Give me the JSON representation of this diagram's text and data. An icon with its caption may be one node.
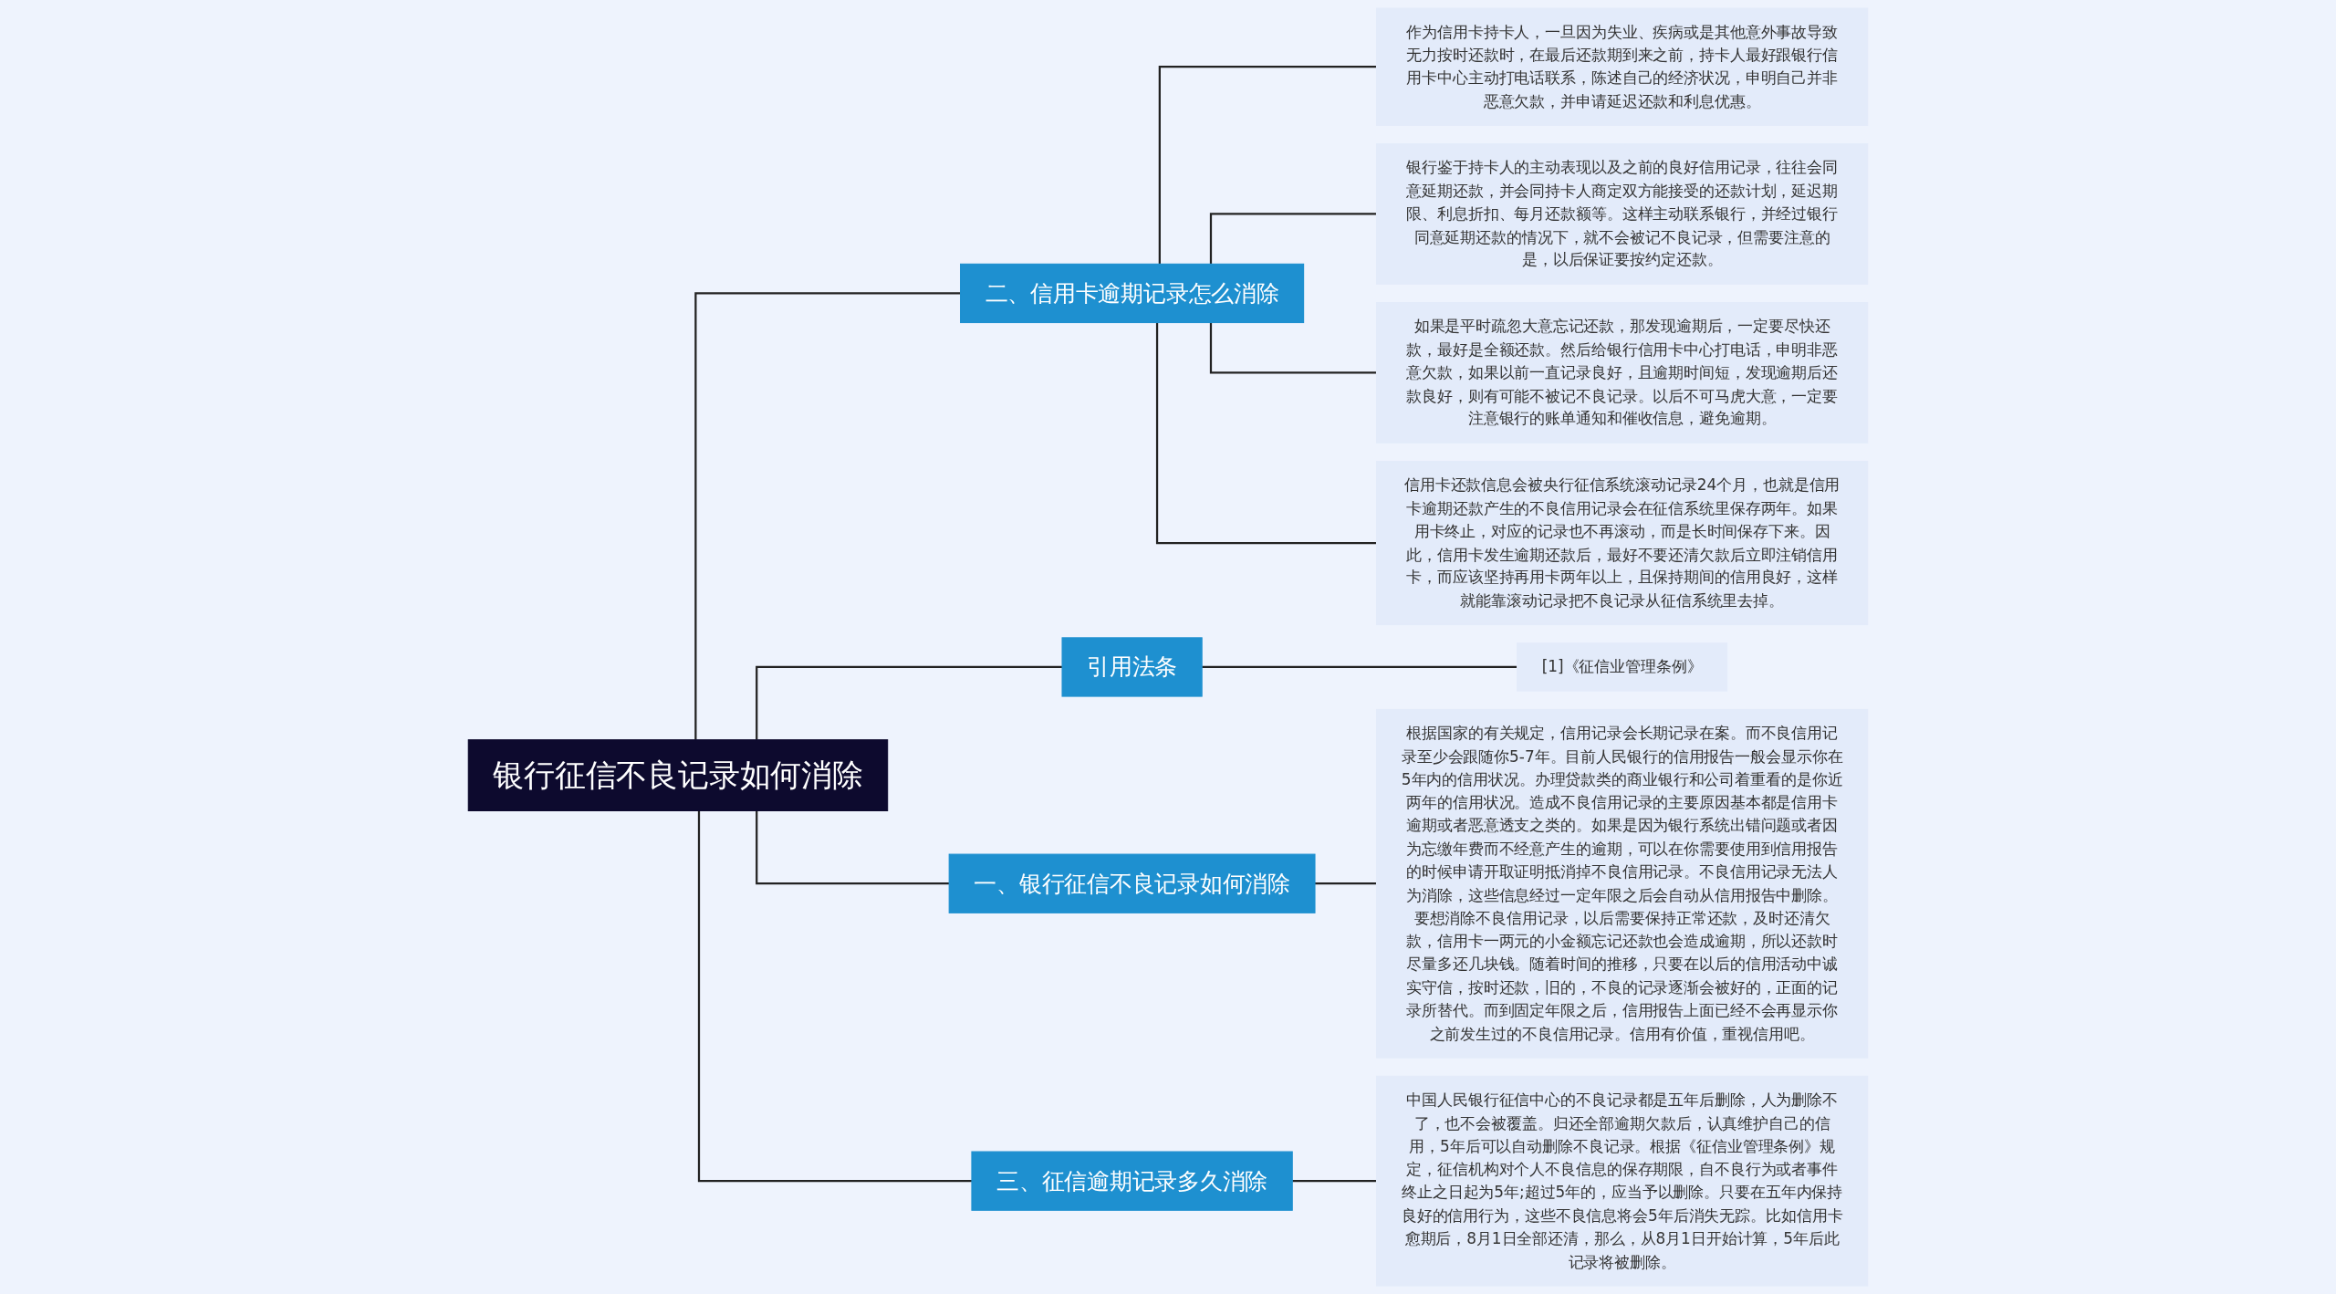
{
  "diagram": {
    "nodes": [
      {
        "text": [
          "银行征信不良记录如何消除"
        ]
      },
      {
        "text": [
          "二、信用卡逾期记录怎么消除"
        ]
      },
      {
        "text": [
          "作为信用卡持卡人，一旦因为失业、疾病或是其他意外事故导致无力按时还款时，在最后还款期到来之前，持卡人最好跟银行信用卡中心主动打电话联系，陈述自己的经济状况，申明自己并非恶意欠款，并申请延迟还款和利息优惠。"
        ]
      },
      {
        "text": [
          "银行鉴于持卡人的主动表现以及之前的良好信用记录，往往会同意延期还款，并会同持卡人商定双方能接受的还款计划，延迟期限、利息折扣、每月还款额等。这样主动联系银行，并经过银行同意延期还款的情况下，就不会被记不良记录，但需要注意的是，以后保证要按约定还款。"
        ]
      },
      {
        "text": [
          "如果是平时疏忽大意忘记还款，那发现逾期后，一定要尽快还款，最好是全额还款。然后给银行信用卡中心打电话，申明非恶意欠款，如果以前一直记录良好，且逾期时间短，发现逾期后还款良好，则有可能不被记不良记录。以后不可马虎大意，一定要注意银行的账单通知和催收信息，避免逾期。"
        ]
      },
      {
        "text": [
          "信用卡还款信息会被央行征信系统滚动记录24个月，也就是信用卡逾期还款产生的不良信用记录会在征信系统里保存两年。如果用卡终止，对应的记录也不再滚动，而是长时间保存下来。因此，信用卡发生逾期还款后，最好不要还清欠款后立即注销信用卡，而应该坚持再用卡两年以上，且保持期间的信用良好，这样就能靠滚动记录把不良记录从征信系统里去掉。"
        ]
      },
      {
        "text": [
          "引用法条"
        ]
      },
      {
        "text": [
          "[1]《征信业管理条例》"
        ]
      },
      {
        "text": [
          "一、银行征信不良记录如何消除"
        ]
      },
      {
        "text": [
          "根据国家的有关规定，信用记录会长期记录在案。而不良信用记录至少会跟随你5-7年。目前人民银行的信用报告一般会显示你在5年内的信用状况。办理贷款类的商业银行和公司着重看的是你近两年的信用状况。造成不良信用记录的主要原因基本都是信用卡逾期或者恶意透支之类的。如果是因为银行系统出错问题或者因为忘缴年费而不经意产生的逾期，可以在你需要使用到信用报告的时候申请开取证明抵消掉不良信用记录。不良信用记录无法人为消除，这些信息经过一定年限之后会自动从信用报告中删除。要想消除不良信用记录，以后需要保持正常还款，及时还清欠款，信用卡一两元的小金额忘记还款也会造成逾期，所以还款时尽量多还几块钱。随着时间的推移，只要在以后的信用活动中诚实守信，按时还款，旧的，不良的记录逐渐会被好的，正面的记录所替代。而到固定年限之后，信用报告上面已经不会再显示你之前发生过的不良信用记录。信用有价值，重视信用吧。"
        ]
      },
      {
        "text": [
          "三、征信逾期记录多久消除"
        ]
      },
      {
        "text": [
          "中国人民银行征信中心的不良记录都是五年后删除，人为删除不了，也不会被覆盖。归还全部逾期欠款后，认真维护自己的信用，5年后可以自动删除不良记录。根据《征信业管理条例》规定，征信机构对个人不良信息的保存期限，自不良行为或者事件终止之日起为5年;超过5年的，应当予以删除。只要在五年内保持良好的信用行为，这些不良信息将会5年后消失无踪。比如信用卡愈期后，8月1日全部还清，那么，从8月1日开始计算，5年后此记录将被删除。"
        ]
      }
    ],
    "edges": [
      {
        "from": 0,
        "to": 1,
        "arrow": "none"
      },
      {
        "from": 1,
        "to": 2,
        "arrow": "none"
      },
      {
        "from": 1,
        "to": 3,
        "arrow": "none"
      },
      {
        "from": 1,
        "to": 4,
        "arrow": "none"
      },
      {
        "from": 1,
        "to": 5,
        "arrow": "none"
      },
      {
        "from": 0,
        "to": 6,
        "arrow": "none"
      },
      {
        "from": 6,
        "to": 7,
        "arrow": "none"
      },
      {
        "from": 0,
        "to": 8,
        "arrow": "none"
      },
      {
        "from": 8,
        "to": 9,
        "arrow": "none"
      },
      {
        "from": 0,
        "to": 10,
        "arrow": "none"
      },
      {
        "from": 10,
        "to": 11,
        "arrow": "none"
      }
    ]
  }
}
